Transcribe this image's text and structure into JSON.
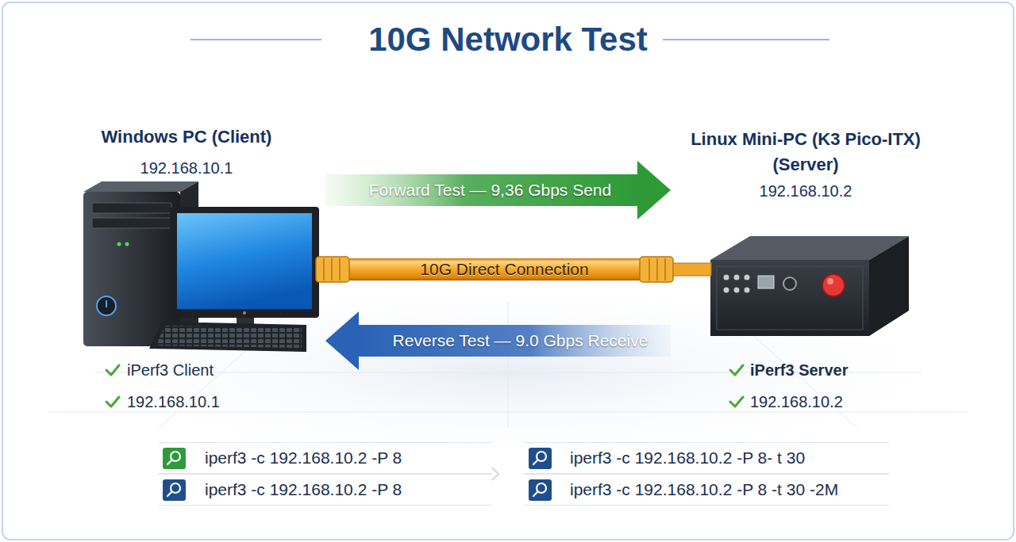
{
  "diagram": {
    "title": "10G Network Test",
    "nodes": [
      {
        "text": [
          "Windows PC (Client)",
          "192.168.10.1"
        ]
      },
      {
        "text": [
          "Linux Mini-PC (K3 Pico-ITX) (Server)",
          "192.168.10.2"
        ]
      },
      {
        "text": [
          "iperf3 -c 192.168.10.2 -P 8"
        ]
      },
      {
        "text": [
          "iperf3 -c 192.168.10.2 -P 8- t 30"
        ]
      },
      {
        "text": [
          "iperf3 -c 192.168.10.2 -P 8"
        ]
      },
      {
        "text": [
          "iperf3 -c 192.168.10.2 -P 8 -t 30 -2M"
        ]
      }
    ],
    "edges": [
      {
        "from": 0,
        "to": 1,
        "arrow": "to",
        "label": "Forward Test — 9,36 Gbps Send"
      },
      {
        "from": 0,
        "to": 1,
        "arrow": "none",
        "label": "10G Direct Connection"
      },
      {
        "from": 1,
        "to": 0,
        "arrow": "to",
        "label": "Reverse Test — 9.0 Gbps Receive"
      }
    ],
    "labels": [
      "iPerf3 Client",
      "192.168.10.1",
      "iPerf3 Server",
      "192.168.10.2"
    ]
  }
}
